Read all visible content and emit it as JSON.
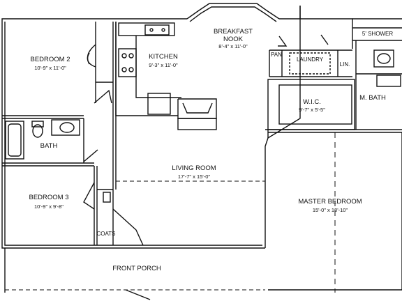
{
  "rooms": {
    "breakfast_nook": {
      "name_line1": "BREAKFAST",
      "name_line2": "NOOK",
      "dims": "8'-4\" x 11'-0\""
    },
    "bedroom2": {
      "name": "BEDROOM 2",
      "dims": "10'-9\" x 11'-0\""
    },
    "kitchen": {
      "name": "KITCHEN",
      "dims": "9'-3\" x 11'-0\""
    },
    "shower": {
      "name": "5' SHOWER"
    },
    "pantry": {
      "name": "PAN"
    },
    "laundry": {
      "name": "LAUNDRY"
    },
    "linen": {
      "name": "LIN."
    },
    "wic": {
      "name": "W.I.C.",
      "dims": "9'-7\" x 5'-5\""
    },
    "master_bath": {
      "name": "M. BATH"
    },
    "bath": {
      "name": "BATH"
    },
    "living_room": {
      "name": "LIVING ROOM",
      "dims": "17'-7\" x 15'-0\""
    },
    "bedroom3": {
      "name": "BEDROOM 3",
      "dims": "10'-9\" x 9'-8\""
    },
    "master_bedroom": {
      "name": "MASTER BEDROOM",
      "dims": "15'-0\" x 18'-10\""
    },
    "coats": {
      "name": "COATS"
    },
    "front_porch": {
      "name": "FRONT PORCH"
    }
  },
  "colors": {
    "wall": "#111111",
    "background": "#ffffff"
  }
}
